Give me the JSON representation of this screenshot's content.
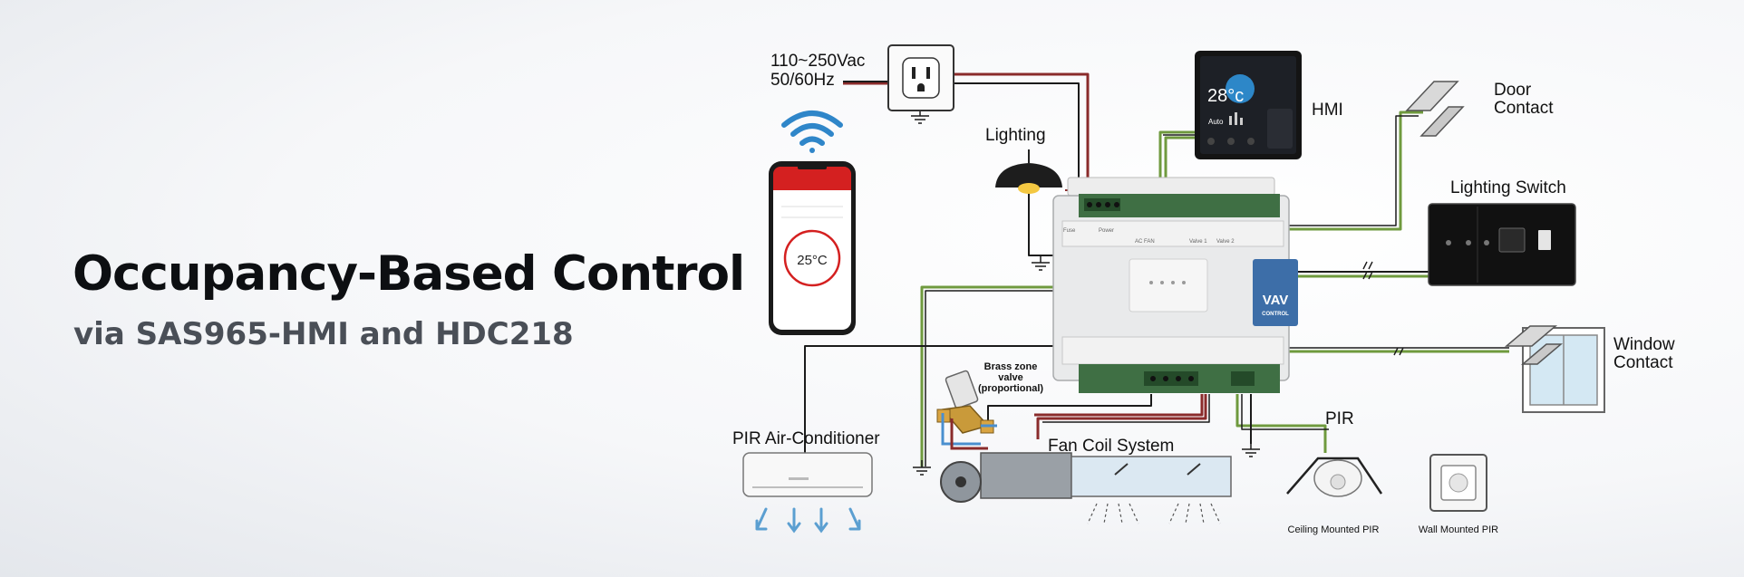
{
  "heading": {
    "title": "Occupancy-Based Control",
    "subtitle": "via SAS965-HMI and HDC218"
  },
  "labels": {
    "power_line1": "110~250Vac",
    "power_line2": "50/60Hz",
    "lighting": "Lighting",
    "hmi": "HMI",
    "door_contact_1": "Door",
    "door_contact_2": "Contact",
    "lighting_switch": "Lighting Switch",
    "window_contact_1": "Window",
    "window_contact_2": "Contact",
    "pir": "PIR",
    "ceiling_pir": "Ceiling Mounted PIR",
    "wall_pir": "Wall Mounted PIR",
    "fan_coil": "Fan Coil System",
    "pir_ac": "PIR Air-Conditioner",
    "zone_valve_1": "Brass zone",
    "zone_valve_2": "valve",
    "zone_valve_3": "(proportional)"
  },
  "controller": {
    "badge_top": "VAV",
    "badge_bottom": "CONTROL",
    "fuse": "Fuse",
    "power": "Power",
    "ac_fan": "AC FAN",
    "valve_1": "Valve 1",
    "valve_2": "Valve 2"
  },
  "hmi_screen": {
    "temperature": "28°c",
    "mode": "Auto"
  },
  "phone": {
    "temperature": "25°C"
  },
  "colors": {
    "wire_red": "#8a2b2b",
    "wire_green": "#6f9a3e",
    "wire_black": "#1b1b1b",
    "controller_green": "#3f6f44",
    "badge_blue": "#3d6ea8",
    "phone_red": "#d42020",
    "wifi_blue": "#2f86c9",
    "airflow_blue": "#5b9fd1"
  },
  "icons": [
    "wifi-icon",
    "power-outlet-icon",
    "ground-icon",
    "pendant-lamp-icon",
    "fan-icon"
  ]
}
